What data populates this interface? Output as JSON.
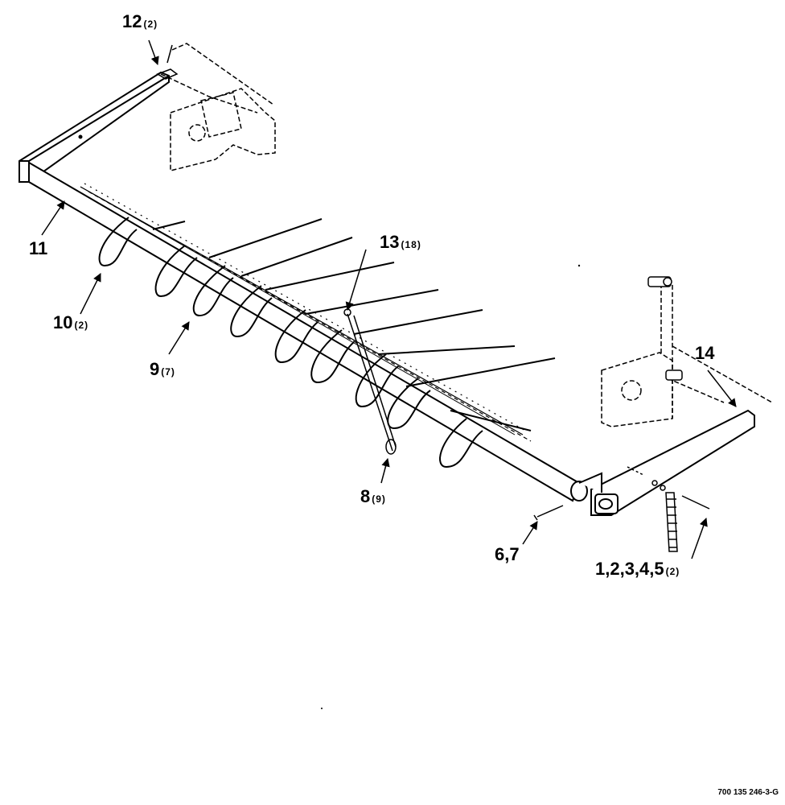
{
  "drawing_number": "700 135 246-3-G",
  "callouts": [
    {
      "id": "11",
      "number": "11",
      "qty": ""
    },
    {
      "id": "12",
      "number": "12",
      "qty": "(2)"
    },
    {
      "id": "13",
      "number": "13",
      "qty": "(18)"
    },
    {
      "id": "14",
      "number": "14",
      "qty": ""
    },
    {
      "id": "10",
      "number": "10",
      "qty": "(2)"
    },
    {
      "id": "9",
      "number": "9",
      "qty": "(7)"
    },
    {
      "id": "8",
      "number": "8",
      "qty": "(9)"
    },
    {
      "id": "6-7",
      "number": "6,7",
      "qty": ""
    },
    {
      "id": "1-5",
      "number": "1,2,3,4,5",
      "qty": "(2)"
    }
  ]
}
